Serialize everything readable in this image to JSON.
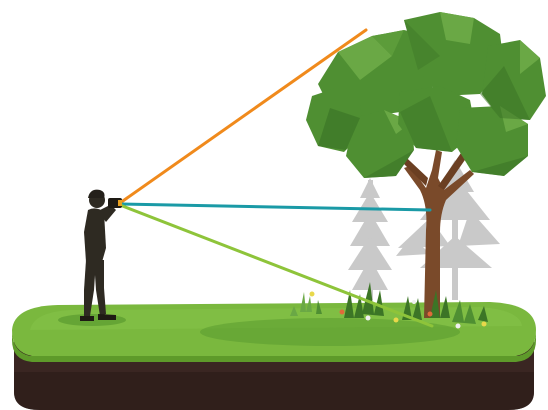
{
  "scene": {
    "subject": "person-with-rangefinder-measuring-tree",
    "colors": {
      "background": "#ffffff",
      "ground_top": "#7ab83e",
      "ground_edge": "#5e9a2a",
      "soil": "#3a2622",
      "soil_dark": "#2a1a17",
      "canopy_main": "#4f8f32",
      "canopy_light": "#6aa845",
      "canopy_dark": "#3c7526",
      "trunk": "#7a4a2a",
      "background_trees": "#c9c9c9",
      "person": "#2e2a22",
      "line_top": "#f08a1c",
      "line_middle": "#1a9aa6",
      "line_bottom": "#8ec43a"
    },
    "lines": [
      {
        "name": "line-to-treetop",
        "color_key": "line_top"
      },
      {
        "name": "line-to-trunk",
        "color_key": "line_middle"
      },
      {
        "name": "line-to-base",
        "color_key": "line_bottom"
      }
    ],
    "icons": [
      "person-icon",
      "rangefinder-icon",
      "tree-icon",
      "background-tree-icon",
      "grass-icon"
    ]
  }
}
